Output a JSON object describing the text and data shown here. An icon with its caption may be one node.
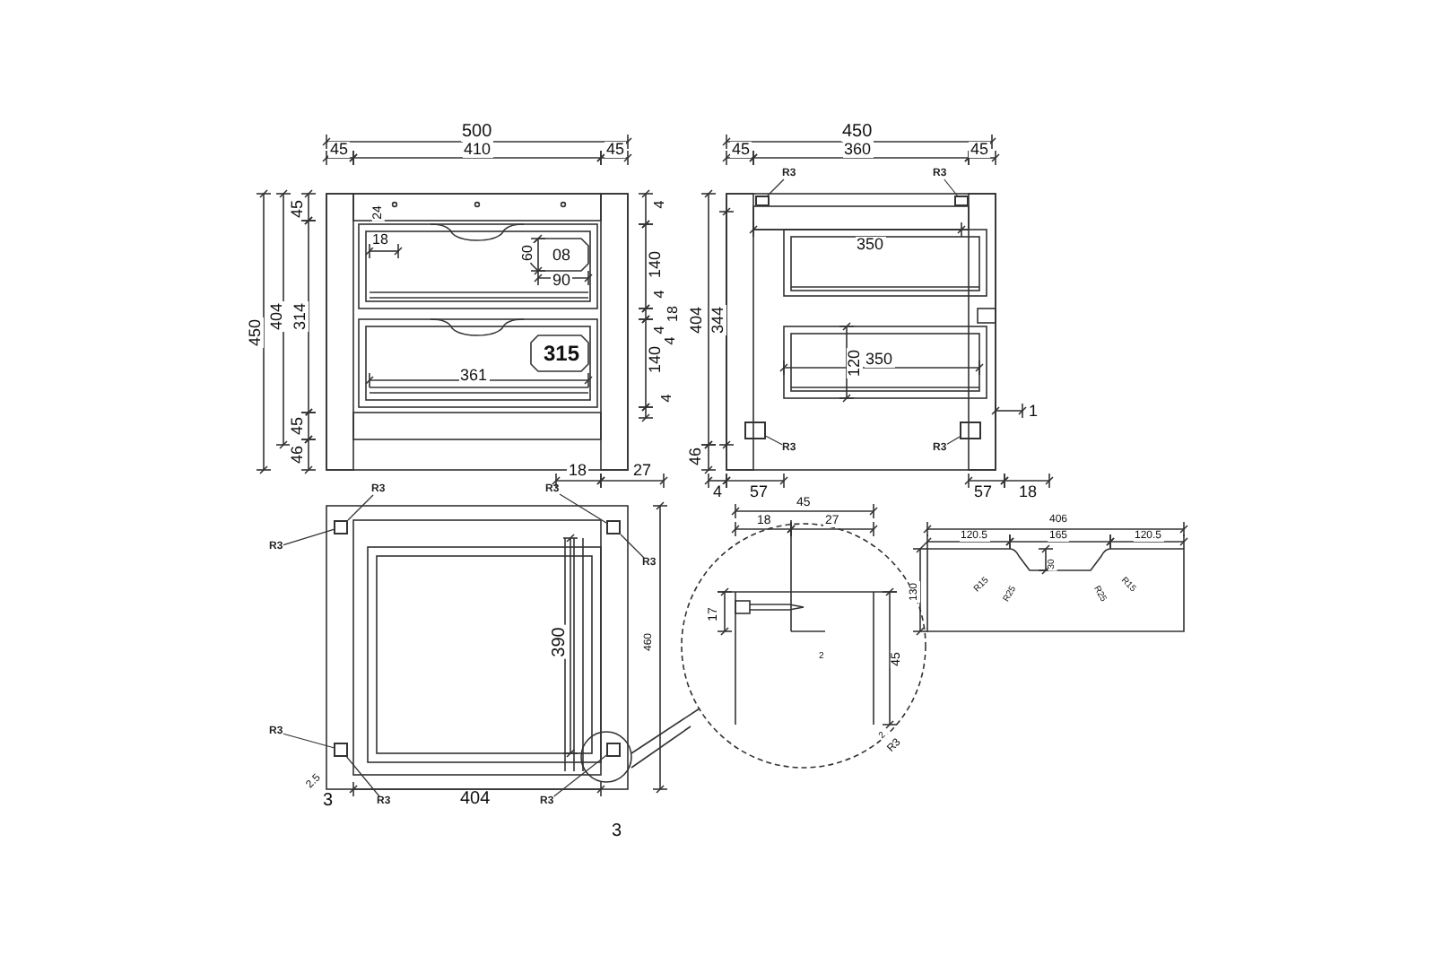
{
  "diagram": {
    "nodes": [
      {
        "text": [
          "R3"
        ]
      },
      {
        "text": [
          "R3"
        ]
      },
      {
        "text": [
          "R3"
        ]
      },
      {
        "text": [
          "R3"
        ]
      },
      {
        "text": [
          "R3"
        ]
      },
      {
        "text": [
          "R3"
        ]
      },
      {
        "text": [
          "R3"
        ]
      },
      {
        "text": [
          "R3"
        ]
      },
      {
        "text": [
          "R3"
        ]
      },
      {
        "text": [
          "R3"
        ]
      },
      {
        "text": [
          "R3"
        ]
      },
      {
        "text": [],
        "shape": "box"
      },
      {
        "text": [],
        "shape": "box"
      },
      {
        "text": [],
        "shape": "box"
      },
      {
        "text": [],
        "shape": "box"
      },
      {
        "text": [],
        "shape": "box"
      },
      {
        "text": [],
        "shape": "box"
      },
      {
        "text": [],
        "shape": "box"
      },
      {
        "text": [],
        "shape": "box"
      }
    ],
    "edges": [
      {
        "from": 0,
        "to": 11,
        "arrow": "none"
      },
      {
        "from": 1,
        "to": 12,
        "arrow": "none"
      },
      {
        "from": 2,
        "to": 13,
        "arrow": "none"
      },
      {
        "from": 3,
        "to": 14,
        "arrow": "none"
      },
      {
        "from": 4,
        "to": 15,
        "arrow": "none"
      },
      {
        "from": 5,
        "to": 16,
        "arrow": "none"
      },
      {
        "from": 6,
        "to": 15,
        "arrow": "none"
      },
      {
        "from": 7,
        "to": 16,
        "arrow": "none"
      },
      {
        "from": 8,
        "to": 17,
        "arrow": "none"
      },
      {
        "from": 9,
        "to": 17,
        "arrow": "none"
      },
      {
        "from": 10,
        "to": 18,
        "arrow": "none"
      }
    ],
    "labels": [
      "500",
      "45",
      "410",
      "45",
      "450",
      "45",
      "360",
      "45",
      "45",
      "24",
      "18",
      "60",
      "08",
      "90",
      "140",
      "4",
      "4",
      "4",
      "18",
      "4",
      "140",
      "361",
      "315",
      "4",
      "450",
      "404",
      "314",
      "45",
      "46",
      "18",
      "27",
      "350",
      "404",
      "344",
      "350",
      "120",
      "1",
      "46",
      "4",
      "57",
      "57",
      "18",
      "390",
      "460",
      "2.5",
      "3",
      "404",
      "3",
      "45",
      "18",
      "27",
      "17",
      "2",
      "45",
      "2",
      "R3",
      "406",
      "120.5",
      "165",
      "120.5",
      "130",
      "R15",
      "R25",
      "30",
      "R25",
      "R15"
    ]
  }
}
